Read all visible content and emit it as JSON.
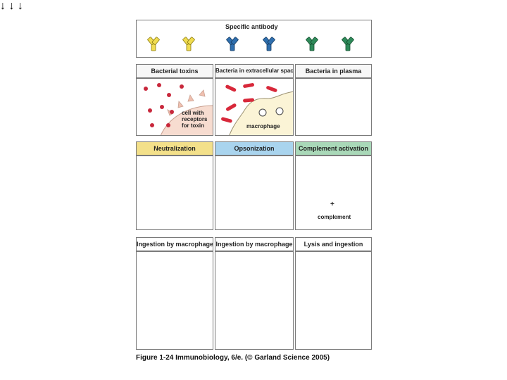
{
  "header": {
    "title": "Specific antibody"
  },
  "columns": [
    {
      "situation": "Bacterial toxins",
      "mechanism": "Neutralization",
      "ingestion": "Ingestion by macrophage",
      "cell_label": "cell with receptors for toxin"
    },
    {
      "situation": "Bacteria in extracellular space",
      "mechanism": "Opsonization",
      "ingestion": "Ingestion by macrophage",
      "cell_label": "macrophage"
    },
    {
      "situation": "Bacteria in plasma",
      "mechanism": "Complement activation",
      "ingestion": "Lysis and ingestion",
      "plus": "+",
      "complement": "complement"
    }
  ],
  "caption": "Figure 1-24 Immunobiology, 6/e. (© Garland Science 2005)",
  "colors": {
    "antibody_yellow": "#f0dc50",
    "antibody_blue": "#2f6fae",
    "antibody_green": "#2e8a5a",
    "toxin_red": "#c8283c",
    "bacteria_red": "#d8283a",
    "cell_pink": "#f7dcd0",
    "macrophage_cream": "#fbf4d6",
    "neutralization_bg": "#f3e08a",
    "opsonization_bg": "#a9d4ee",
    "complement_bg": "#a9d8b8"
  },
  "icons": [
    "y-antibody-icon",
    "toxin-dot-icon",
    "bacterium-icon",
    "arrow-down-icon",
    "vesicle-icon"
  ]
}
